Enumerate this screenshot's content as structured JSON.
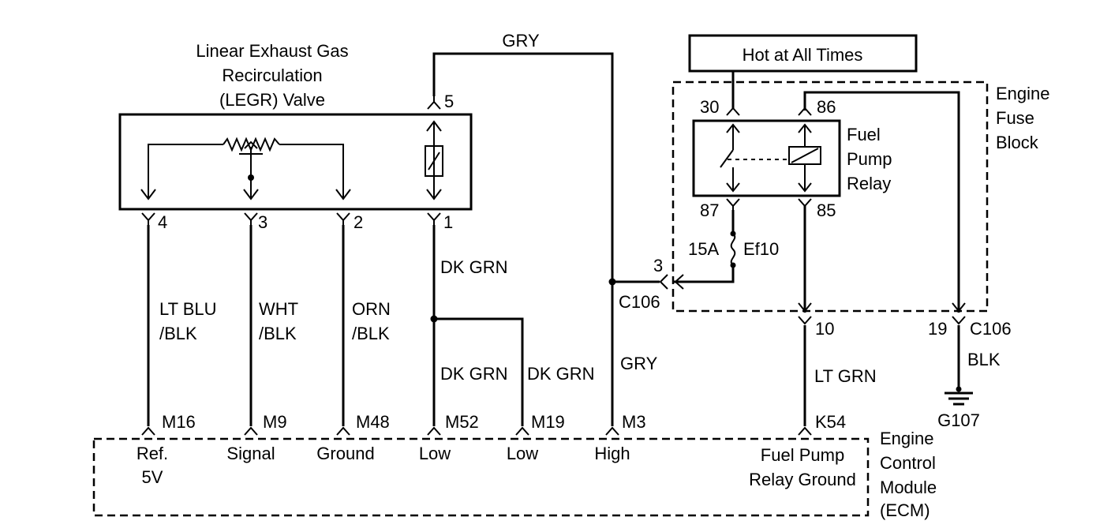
{
  "legr_valve": {
    "title_line1": "Linear Exhaust Gas",
    "title_line2": "Recirculation",
    "title_line3": "(LEGR) Valve",
    "pins": [
      "4",
      "3",
      "2",
      "1",
      "5"
    ]
  },
  "wires": {
    "gry_top": "GRY",
    "gry_vertical": "GRY",
    "dk_grn_1": "DK GRN",
    "dk_grn_2": "DK GRN",
    "dk_grn_3": "DK GRN",
    "lt_blu_line1": "LT BLU",
    "lt_blu_line2": "/BLK",
    "wht_line1": "WHT",
    "wht_line2": "/BLK",
    "orn_line1": "ORN",
    "orn_line2": "/BLK",
    "lt_grn": "LT GRN",
    "blk": "BLK"
  },
  "power": {
    "hot_label": "Hot at All Times"
  },
  "fuse_block": {
    "title_line1": "Engine",
    "title_line2": "Fuse",
    "title_line3": "Block",
    "relay_line1": "Fuel",
    "relay_line2": "Pump",
    "relay_line3": "Relay",
    "pin_30": "30",
    "pin_86": "86",
    "pin_87": "87",
    "pin_85": "85",
    "fuse_rating": "15A",
    "fuse_name": "Ef10"
  },
  "connectors": {
    "c106_pin3": "3",
    "c106_label_left": "C106",
    "c106_pin10": "10",
    "c106_pin19": "19",
    "c106_label_right": "C106"
  },
  "ground": {
    "label": "G107"
  },
  "ecm": {
    "title_line1": "Engine",
    "title_line2": "Control",
    "title_line3": "Module",
    "title_line4": "(ECM)",
    "pins": [
      {
        "pin": "M16",
        "name_line1": "Ref.",
        "name_line2": "5V"
      },
      {
        "pin": "M9",
        "name_line1": "Signal",
        "name_line2": ""
      },
      {
        "pin": "M48",
        "name_line1": "Ground",
        "name_line2": ""
      },
      {
        "pin": "M52",
        "name_line1": "Low",
        "name_line2": ""
      },
      {
        "pin": "M19",
        "name_line1": "Low",
        "name_line2": ""
      },
      {
        "pin": "M3",
        "name_line1": "High",
        "name_line2": ""
      },
      {
        "pin": "K54",
        "name_line1": "Fuel Pump",
        "name_line2": "Relay Ground"
      }
    ]
  }
}
